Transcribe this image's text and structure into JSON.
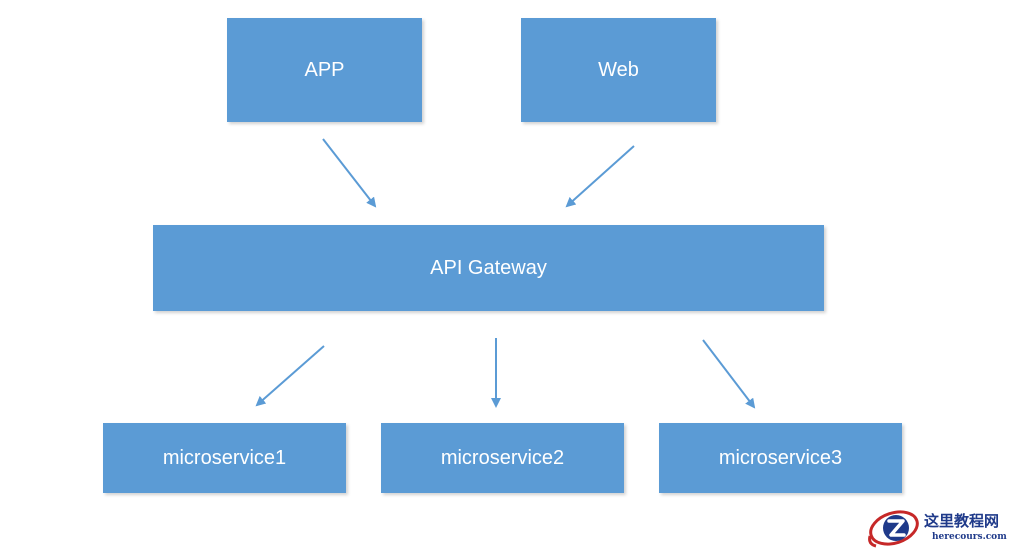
{
  "nodes": {
    "app": "APP",
    "web": "Web",
    "gateway": "API Gateway",
    "ms1": "microservice1",
    "ms2": "microservice2",
    "ms3": "microservice3"
  },
  "watermark": {
    "cn": "这里教程网",
    "en": "herecours.com"
  },
  "colors": {
    "box": "#5b9bd5",
    "arrow": "#5b9bd5",
    "box_text": "#ffffff",
    "watermark": "#1f3a8a"
  },
  "icons": {
    "watermark_logo": "z-ring-logo-icon"
  }
}
